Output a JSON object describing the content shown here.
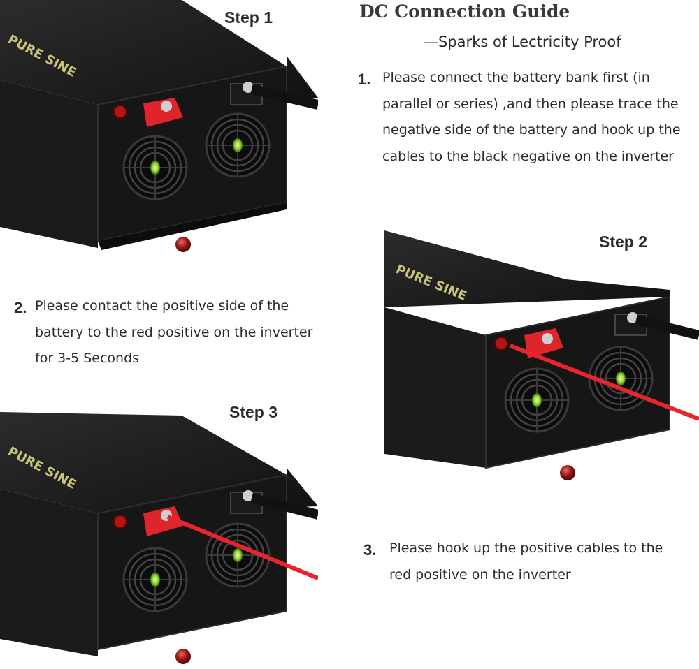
{
  "guide": {
    "title": "DC Connection Guide",
    "subtitle": "—Sparks of Lectricity  Proof"
  },
  "steps": [
    {
      "label": "Step 1"
    },
    {
      "label": "Step 2"
    },
    {
      "label": "Step 3"
    }
  ],
  "instructions": [
    {
      "number": "1.",
      "text": "Please connect the battery bank first (in parallel or series) ,and then please trace the negative side of the battery and hook up the cables to the black negative on the inverter"
    },
    {
      "number": "2.",
      "text": "Please contact the positive side of the battery to the red positive on the inverter for 3-5 Seconds"
    },
    {
      "number": "3.",
      "text": "Please hook up  the positive cables to the red positive on the inverter"
    }
  ],
  "product": {
    "brand_print": "PURE SINE"
  },
  "icons": [
    "inverter-photo",
    "cooling-fan-icon",
    "positive-terminal-icon",
    "negative-terminal-icon",
    "red-cable-icon",
    "black-cable-icon",
    "terminal-cap-icon"
  ]
}
